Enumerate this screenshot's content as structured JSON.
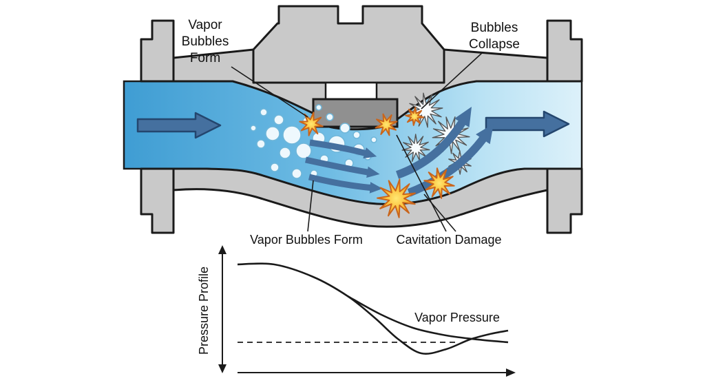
{
  "figure": {
    "type": "technical-diagram",
    "subject": "Control valve cavitation"
  },
  "labels": {
    "vapor_bubbles_form_top": [
      "Vapor",
      "Bubbles",
      "Form"
    ],
    "bubbles_collapse": [
      "Bubbles",
      "Collapse"
    ],
    "vapor_bubbles_form_bottom": "Vapor Bubbles Form",
    "cavitation_damage": "Cavitation Damage"
  },
  "colors": {
    "valve_body_gray": "#c9c9c9",
    "valve_plug_gray": "#909090",
    "flow_upstream_blue": "#3f9dd3",
    "flow_downstream_blue": "#ddf1fa",
    "flow_arrow_blue": "#45709f",
    "burst_orange": "#f29a17",
    "burst_yellow": "#ffe873",
    "outline_black": "#1a1a1a"
  },
  "chart_data": {
    "type": "line",
    "title": "",
    "xlabel": "",
    "ylabel": "Pressure Profile",
    "annotation": "Vapor Pressure",
    "grid": false,
    "axes_have_tick_labels": false,
    "series": [
      {
        "name": "pressure-profile-dips-below-vapor-pressure",
        "points": [
          [
            0,
            0.082
          ],
          [
            0.134,
            0.082
          ],
          [
            0.278,
            0.188
          ],
          [
            0.405,
            0.353
          ],
          [
            0.506,
            0.541
          ],
          [
            0.59,
            0.718
          ],
          [
            0.676,
            0.841
          ],
          [
            0.767,
            0.806
          ],
          [
            0.853,
            0.724
          ],
          [
            0.929,
            0.676
          ],
          [
            0.995,
            0.647
          ]
        ]
      },
      {
        "name": "pressure-profile-gradual-decline",
        "points": [
          [
            0.405,
            0.353
          ],
          [
            0.524,
            0.506
          ],
          [
            0.646,
            0.624
          ],
          [
            0.767,
            0.688
          ],
          [
            0.886,
            0.724
          ],
          [
            0.995,
            0.747
          ]
        ]
      }
    ],
    "vapor_pressure_line": {
      "level": 0.747,
      "extent": 0.81,
      "style": "dashed"
    }
  }
}
